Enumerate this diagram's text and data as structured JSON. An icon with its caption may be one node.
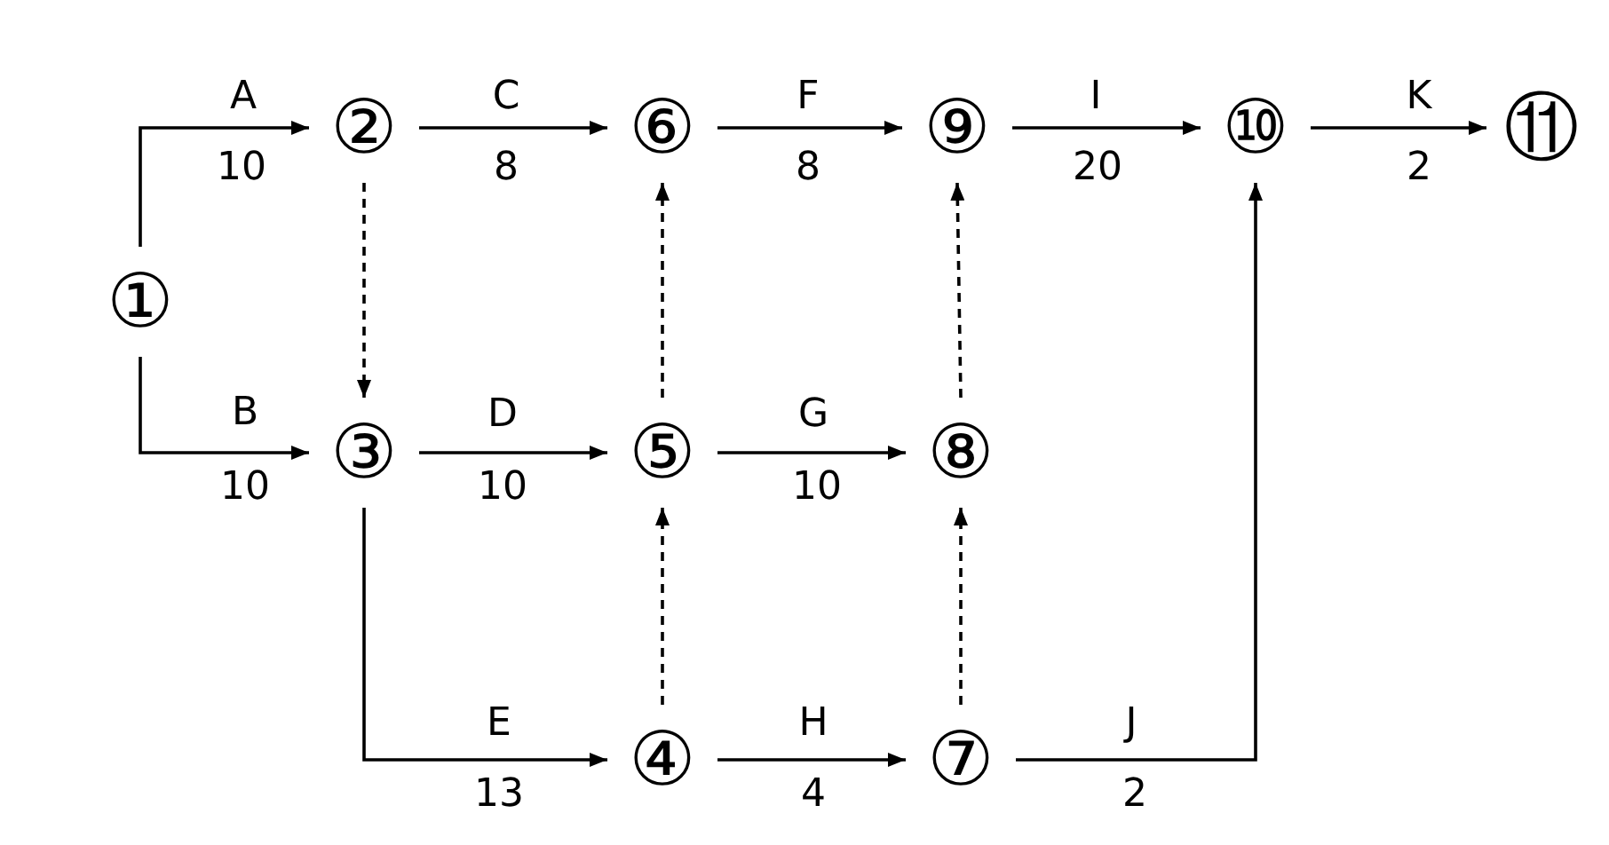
{
  "diagram": {
    "nodes": [
      {
        "text": [
          "①"
        ]
      },
      {
        "text": [
          "②"
        ]
      },
      {
        "text": [
          "③"
        ]
      },
      {
        "text": [
          "④"
        ]
      },
      {
        "text": [
          "⑤"
        ]
      },
      {
        "text": [
          "⑥"
        ]
      },
      {
        "text": [
          "⑦"
        ]
      },
      {
        "text": [
          "⑧"
        ]
      },
      {
        "text": [
          "⑨"
        ]
      },
      {
        "text": [
          "⑩"
        ]
      },
      {
        "text": [
          "⑪"
        ]
      }
    ],
    "edges": [
      {
        "from": 0,
        "to": 1,
        "arrow": "to",
        "label": "A"
      },
      {
        "from": 0,
        "to": 2,
        "arrow": "to",
        "label": "B"
      },
      {
        "from": 1,
        "to": 5,
        "arrow": "to",
        "label": "C"
      },
      {
        "from": 1,
        "to": 2,
        "arrow": "to",
        "style": "dashed"
      },
      {
        "from": 2,
        "to": 4,
        "arrow": "to",
        "label": "D"
      },
      {
        "from": 2,
        "to": 3,
        "arrow": "to",
        "label": "E"
      },
      {
        "from": 4,
        "to": 5,
        "arrow": "to",
        "style": "dashed"
      },
      {
        "from": 3,
        "to": 4,
        "arrow": "to",
        "style": "dashed"
      },
      {
        "from": 5,
        "to": 8,
        "arrow": "to",
        "label": "F"
      },
      {
        "from": 4,
        "to": 7,
        "arrow": "to",
        "label": "G"
      },
      {
        "from": 3,
        "to": 6,
        "arrow": "to",
        "label": "H"
      },
      {
        "from": 7,
        "to": 8,
        "arrow": "to",
        "style": "dashed"
      },
      {
        "from": 6,
        "to": 7,
        "arrow": "to",
        "style": "dashed"
      },
      {
        "from": 8,
        "to": 9,
        "arrow": "to",
        "label": "I"
      },
      {
        "from": 6,
        "to": 9,
        "arrow": "to",
        "label": "J"
      },
      {
        "from": 9,
        "to": 10,
        "arrow": "to",
        "label": "K"
      }
    ],
    "labels": [
      "10",
      "8",
      "8",
      "20",
      "2",
      "10",
      "10",
      "10",
      "13",
      "4",
      "2"
    ]
  }
}
